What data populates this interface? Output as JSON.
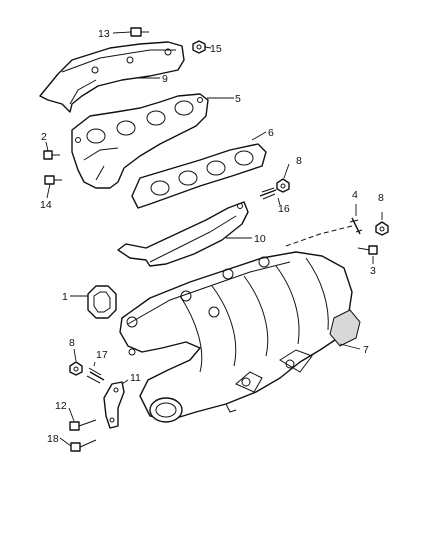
{
  "callouts": {
    "c1": "1",
    "c2": "2",
    "c3": "3",
    "c4": "4",
    "c5": "5",
    "c6": "6",
    "c7": "7",
    "c8a": "8",
    "c8b": "8",
    "c8c": "8",
    "c9": "9",
    "c10": "10",
    "c11": "11",
    "c12": "12",
    "c13": "13",
    "c14": "14",
    "c15": "15",
    "c16": "16",
    "c17": "17",
    "c18": "18"
  }
}
